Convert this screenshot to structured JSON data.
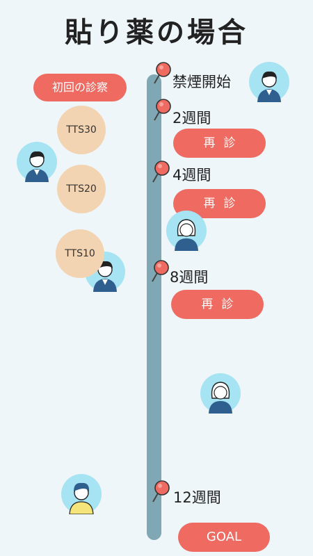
{
  "title": "貼り薬の場合",
  "first_visit": "初回の診察",
  "milestones": [
    {
      "label": "禁煙開始"
    },
    {
      "label": "2週間",
      "revisit": "再診"
    },
    {
      "label": "4週間",
      "revisit": "再診"
    },
    {
      "label": "8週間",
      "revisit": "再診"
    },
    {
      "label": "12週間"
    }
  ],
  "doses": [
    "TTS30",
    "TTS20",
    "TTS10"
  ],
  "goal": "GOAL",
  "colors": {
    "accent": "#ef6b61",
    "timeline": "#7fa8b4",
    "dose": "#f3d4b2",
    "background": "#eef6fa",
    "avatar_bg": "#a7e4f3"
  },
  "icons": [
    "map-pin-icon",
    "person-avatar-icon"
  ]
}
